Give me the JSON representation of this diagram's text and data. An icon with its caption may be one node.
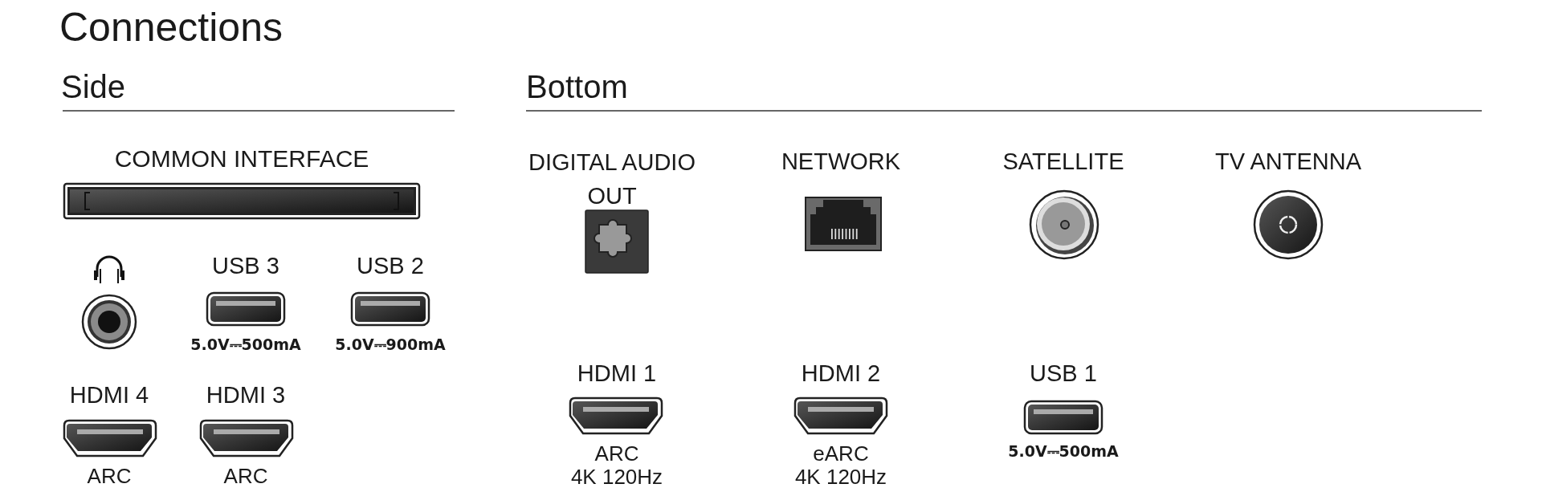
{
  "diagram": {
    "title": "Connections",
    "labels": [
      "Side",
      "Bottom",
      "COMMON INTERFACE",
      "USB 3",
      "USB 2",
      "5.0V⎓500mA",
      "5.0V⎓900mA",
      "HDMI 4",
      "HDMI 3",
      "ARC",
      "ARC",
      "DIGITAL AUDIO OUT",
      "NETWORK",
      "SATELLITE",
      "TV ANTENNA",
      "HDMI 1",
      "HDMI 2",
      "USB 1",
      "ARC",
      "4K 120Hz",
      "eARC",
      "4K 120Hz",
      "5.0V⎓500mA"
    ]
  }
}
